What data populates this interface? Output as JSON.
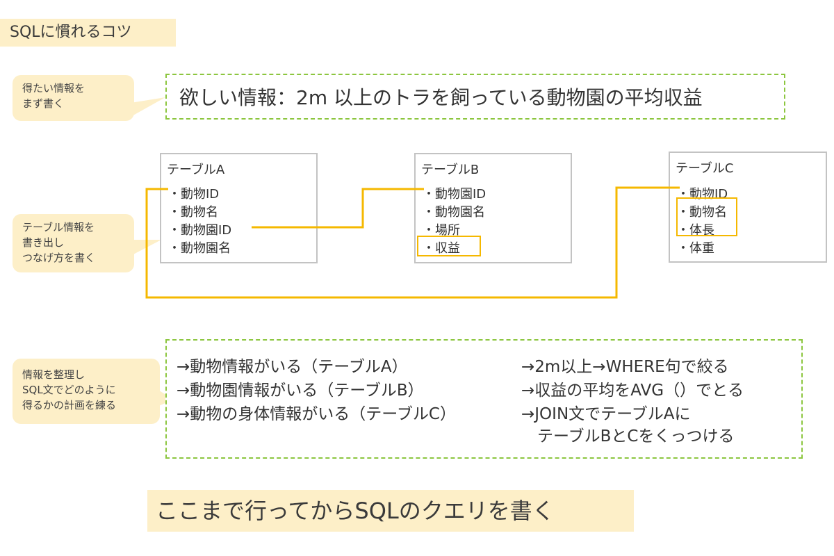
{
  "title": "SQLに慣れるコツ",
  "callouts": {
    "goal_step": "得たい情報を\nまず書く",
    "table_step": "テーブル情報を\n書き出し\nつなげ方を書く",
    "plan_step": "情報を整理し\nSQL文でどのように\n得るかの計画を練る"
  },
  "goal": "欲しい情報：2m 以上のトラを飼っている動物園の平均収益",
  "tables": [
    {
      "title": "テーブルA",
      "rows": [
        "・動物ID",
        "・動物名",
        "・動物園ID",
        "・動物園名"
      ]
    },
    {
      "title": "テーブルB",
      "rows": [
        "・動物園ID",
        "・動物園名",
        "・場所",
        "・収益"
      ]
    },
    {
      "title": "テーブルC",
      "rows": [
        "・動物ID",
        "・動物名",
        "・体長",
        "・体重"
      ]
    }
  ],
  "plan": {
    "left": [
      "→動物情報がいる（テーブルA）",
      "→動物園情報がいる（テーブルB）",
      "→動物の身体情報がいる（テーブルC）"
    ],
    "right": [
      "→2m以上→WHERE句で絞る",
      "→収益の平均をAVG（）でとる",
      "→JOIN文でテーブルAに",
      "　テーブルBとCをくっつける"
    ]
  },
  "conclusion": "ここまで行ってからSQLのクエリを書く",
  "colors": {
    "highlight": "#fdefc8",
    "dashed_border": "#8cc63f",
    "connector": "#f5b800",
    "table_border": "#c3c3c3"
  }
}
